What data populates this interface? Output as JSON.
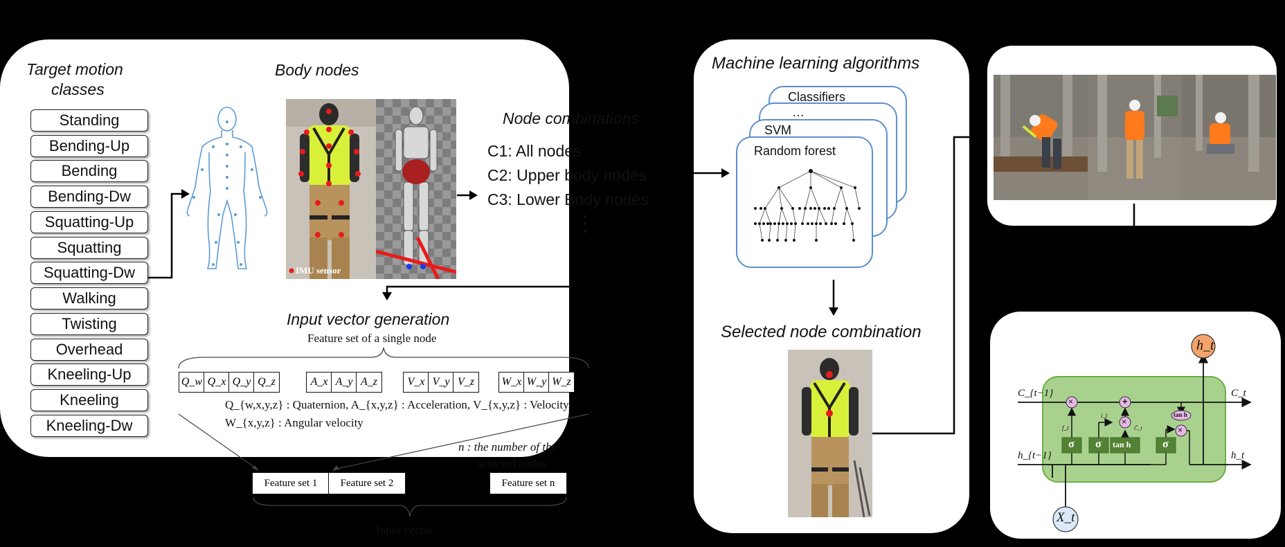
{
  "panel_targets": {
    "title_line1": "Target motion",
    "title_line2": "classes",
    "classes": [
      "Standing",
      "Bending-Up",
      "Bending",
      "Bending-Dw",
      "Squatting-Up",
      "Squatting",
      "Squatting-Dw",
      "Walking",
      "Twisting",
      "Overhead",
      "Kneeling-Up",
      "Kneeling",
      "Kneeling-Dw"
    ]
  },
  "body_nodes": {
    "title": "Body nodes",
    "legend": "IMU sensor"
  },
  "node_combinations": {
    "title": "Node combinations",
    "items": [
      "C1: All nodes",
      "C2: Upper body nodes",
      "C3: Lower Body nodes"
    ],
    "more": "⋮"
  },
  "input_vector": {
    "title": "Input vector generation",
    "feature_caption": "Feature set of a single node",
    "features": [
      "Q_w",
      "Q_x",
      "Q_y",
      "Q_z",
      "A_x",
      "A_y",
      "A_z",
      "V_x",
      "V_y",
      "V_z",
      "W_x",
      "W_y",
      "W_z"
    ],
    "legend_line1": "Q_{w,x,y,z} : Quaternion, A_{x,y,z} : Acceleration, V_{x,y,z} : Velocity,",
    "legend_line2": "W_{x,y,z} : Angular velocity",
    "n_note_line1": "n : the number of the",
    "n_note_line2": "selected nodes",
    "sets": [
      "Feature set 1",
      "Feature set 2",
      "…",
      "Feature set n"
    ],
    "input_vector_label": "Input vector"
  },
  "ml": {
    "title": "Machine learning algorithms",
    "cards": [
      "Classifiers",
      "…",
      "SVM",
      "Random forest"
    ],
    "selected_title": "Selected node combination"
  },
  "lstm": {
    "c_prev": "C_{t−1}",
    "c_t": "C_t",
    "h_prev": "h_{t−1}",
    "h_t_out": "h_t",
    "h_t_top": "h_t",
    "x_t": "X_t",
    "gates": [
      "σ",
      "σ",
      "tan h",
      "σ"
    ],
    "tanh": "tan h",
    "f_t": "f_t",
    "i_t": "i_t",
    "c_tilde": "C̃_t",
    "ops": [
      "×",
      "+",
      "×",
      "×"
    ]
  },
  "colors": {
    "lstm_body": "#a9d18e",
    "lstm_border": "#70ad47",
    "gate_fill": "#548235",
    "op_fill": "#e6b8e6",
    "ht_fill": "#f4a46a",
    "xt_fill": "#dae8f8",
    "card_border": "#5b8fce",
    "figure_stroke": "#5b9bd5",
    "vest": "#d9f03a"
  }
}
